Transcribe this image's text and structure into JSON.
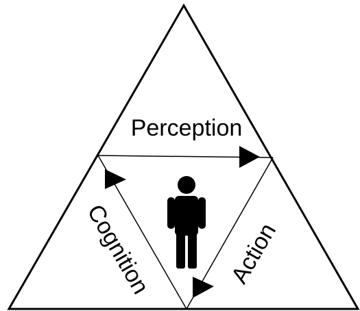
{
  "diagram": {
    "labels": {
      "perception": "Perception",
      "cognition": "Cognition",
      "action": "Action"
    },
    "icons": {
      "center": "person-icon"
    },
    "colors": {
      "stroke": "#000000",
      "background": "#ffffff"
    }
  }
}
